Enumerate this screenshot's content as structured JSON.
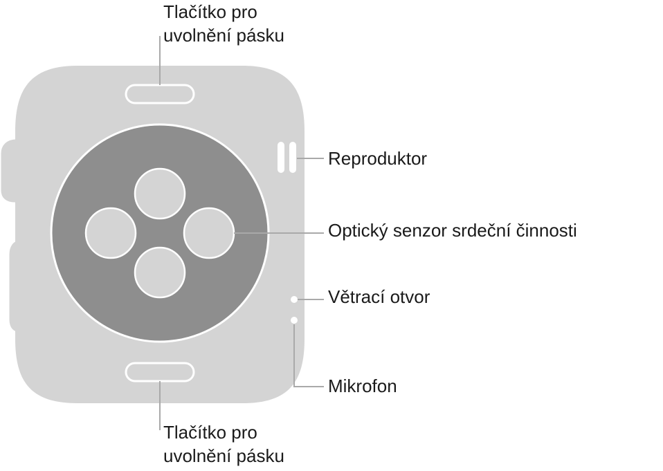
{
  "labels": {
    "band_release_top": {
      "line1": "Tlačítko pro",
      "line2": "uvolnění pásku"
    },
    "speaker": "Reproduktor",
    "heart_sensor": "Optický senzor srdeční činnosti",
    "vent": "Větrací otvor",
    "microphone": "Mikrofon",
    "band_release_bottom": {
      "line1": "Tlačítko pro",
      "line2": "uvolnění pásku"
    }
  },
  "colors": {
    "case_fill": "#d4d4d4",
    "sensor_disc": "#8e8e8e",
    "lens_fill": "#d4d4d4",
    "detail_white": "#ffffff",
    "leader_line": "#a9a9a9",
    "text": "#1a1a1a"
  }
}
